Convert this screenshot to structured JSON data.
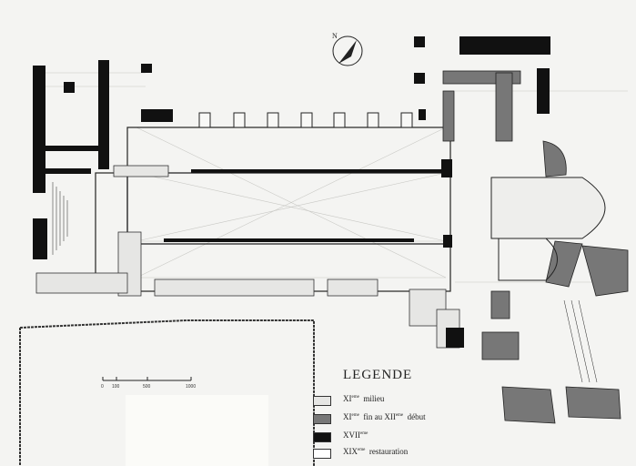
{
  "legend": {
    "title": "LEGENDE",
    "items": [
      {
        "numeral": "XI",
        "sup": "eme",
        "text": "milieu",
        "color": "#e6e6e4"
      },
      {
        "numeral": "XI",
        "sup": "eme",
        "text": "fin  au  XII",
        "sup2": "eme",
        "text2": "début",
        "color": "#777777"
      },
      {
        "numeral": "XVII",
        "sup": "eme",
        "text": "",
        "color": "#111111"
      },
      {
        "numeral": "XIX",
        "sup": "eme",
        "text": "restauration",
        "color": "#ffffff"
      }
    ]
  },
  "scale": {
    "labels": [
      "0",
      "100",
      "500",
      "1000"
    ]
  },
  "compass": {
    "label": "N"
  },
  "colors": {
    "xvii": "#111111",
    "xi_late": "#777777",
    "xi_mid": "#e6e6e4",
    "paper": "#f4f4f2"
  }
}
